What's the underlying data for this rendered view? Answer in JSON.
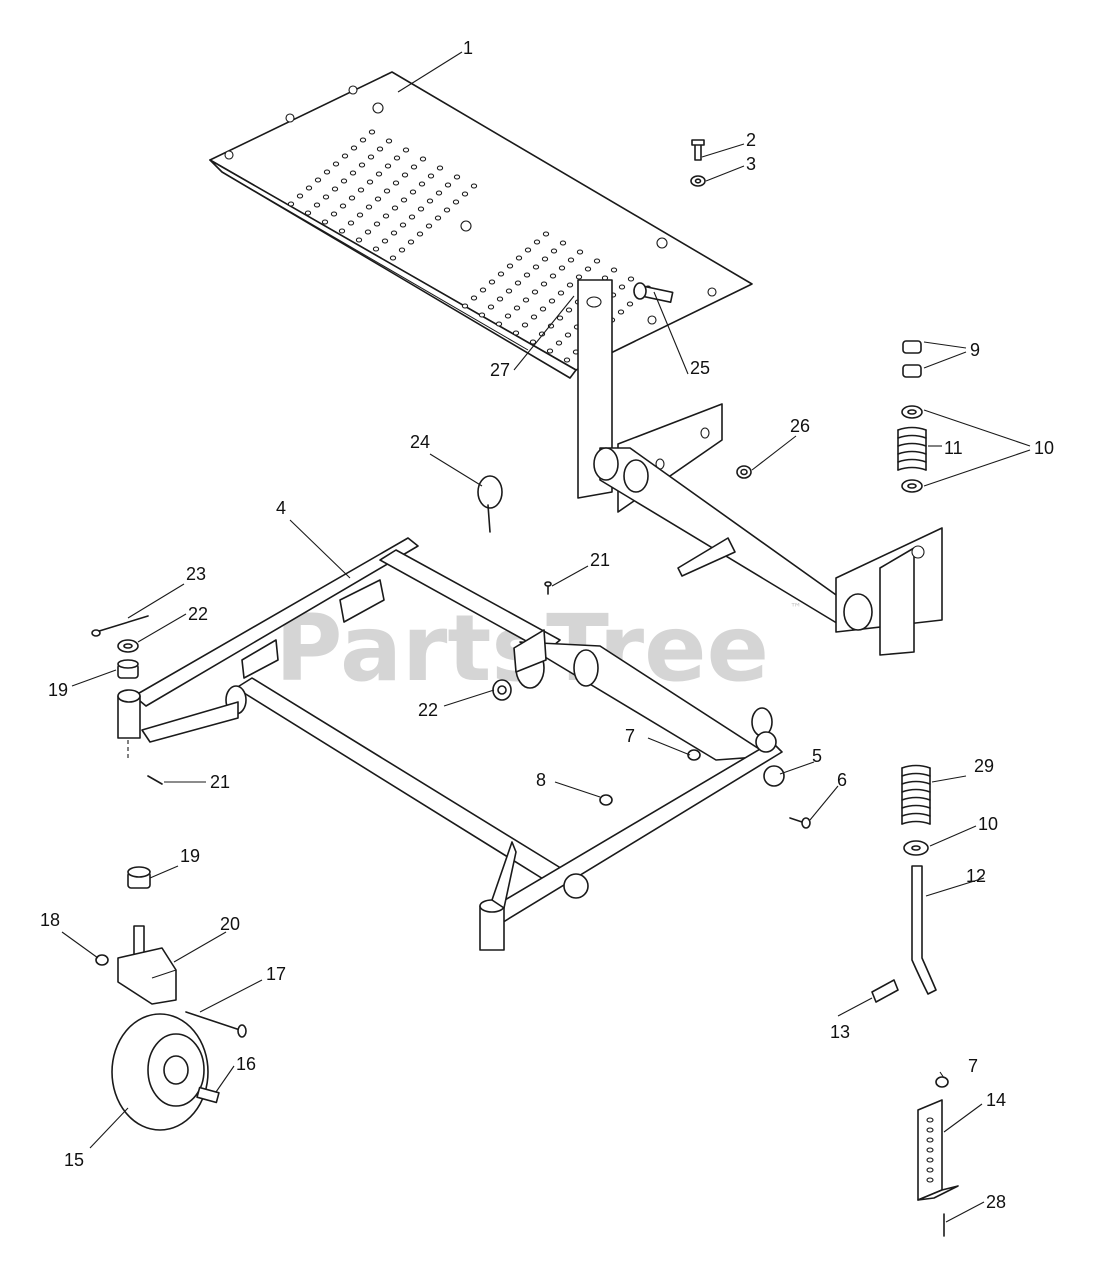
{
  "watermark": {
    "text": "PartsTree",
    "trademark": "™"
  },
  "callouts": [
    {
      "id": "c1",
      "label": "1"
    },
    {
      "id": "c2",
      "label": "2"
    },
    {
      "id": "c3",
      "label": "3"
    },
    {
      "id": "c4",
      "label": "4"
    },
    {
      "id": "c5",
      "label": "5"
    },
    {
      "id": "c6",
      "label": "6"
    },
    {
      "id": "c7a",
      "label": "7"
    },
    {
      "id": "c7b",
      "label": "7"
    },
    {
      "id": "c8",
      "label": "8"
    },
    {
      "id": "c9",
      "label": "9"
    },
    {
      "id": "c10a",
      "label": "10"
    },
    {
      "id": "c10b",
      "label": "10"
    },
    {
      "id": "c11",
      "label": "11"
    },
    {
      "id": "c12",
      "label": "12"
    },
    {
      "id": "c13",
      "label": "13"
    },
    {
      "id": "c14",
      "label": "14"
    },
    {
      "id": "c15",
      "label": "15"
    },
    {
      "id": "c16",
      "label": "16"
    },
    {
      "id": "c17",
      "label": "17"
    },
    {
      "id": "c18",
      "label": "18"
    },
    {
      "id": "c19a",
      "label": "19"
    },
    {
      "id": "c19b",
      "label": "19"
    },
    {
      "id": "c20",
      "label": "20"
    },
    {
      "id": "c21a",
      "label": "21"
    },
    {
      "id": "c21b",
      "label": "21"
    },
    {
      "id": "c22a",
      "label": "22"
    },
    {
      "id": "c22b",
      "label": "22"
    },
    {
      "id": "c23",
      "label": "23"
    },
    {
      "id": "c24",
      "label": "24"
    },
    {
      "id": "c25",
      "label": "25"
    },
    {
      "id": "c26",
      "label": "26"
    },
    {
      "id": "c27",
      "label": "27"
    },
    {
      "id": "c28",
      "label": "28"
    },
    {
      "id": "c29",
      "label": "29"
    }
  ]
}
